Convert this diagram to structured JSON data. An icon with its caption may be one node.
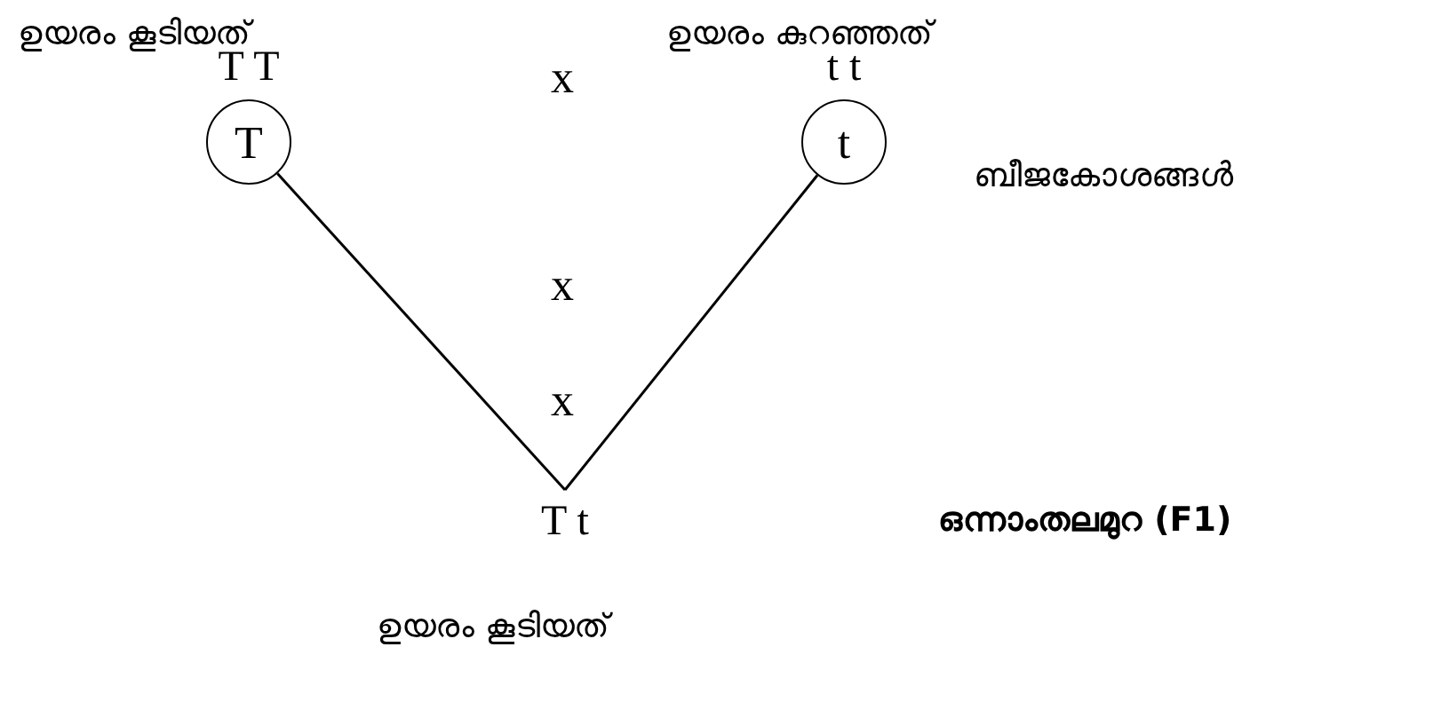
{
  "diagram": {
    "nodes": [
      {
        "text": [
          "T"
        ],
        "beside": [
          "T T"
        ]
      },
      {
        "text": [
          "t"
        ],
        "beside": [
          "t t"
        ]
      },
      {
        "text": [
          "T t"
        ]
      }
    ],
    "edges": [
      {
        "from": 0,
        "to": 2,
        "arrow": "none"
      },
      {
        "from": 1,
        "to": 2,
        "arrow": "none"
      }
    ],
    "labels": [
      "ഉയരം കൂടിയത്",
      "x",
      "ഉയരം കുറഞ്ഞത്",
      "x",
      "ബീജകോശങ്ങൾ",
      "x",
      "ഒന്നാംതലമുറ (F1)",
      "ഉയരം കൂടിയത്"
    ]
  }
}
